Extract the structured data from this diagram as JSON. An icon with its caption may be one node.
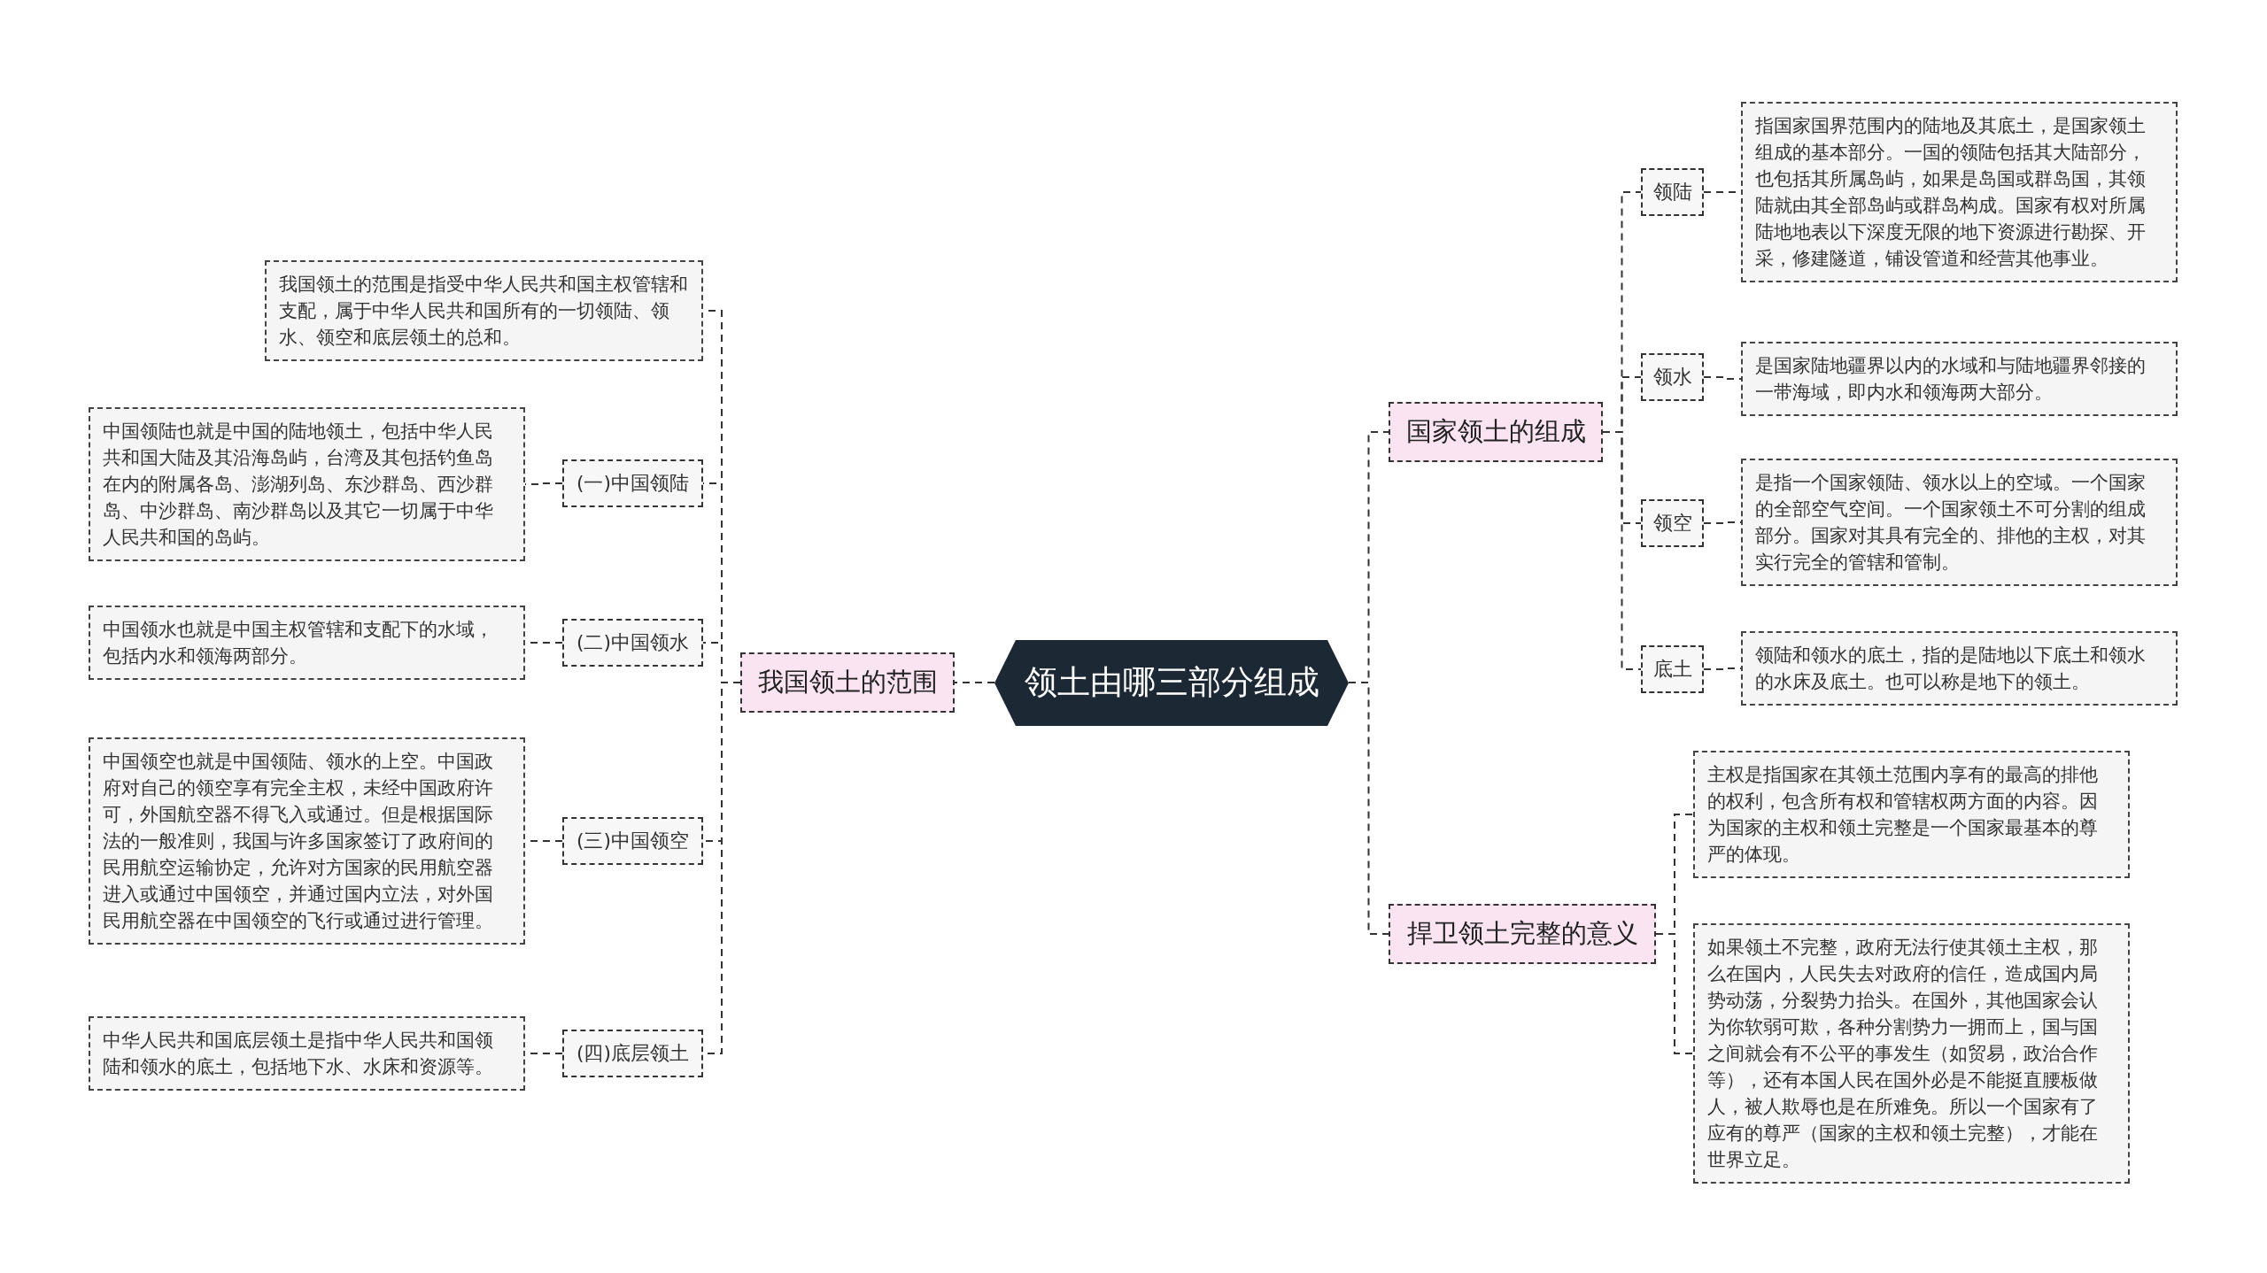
{
  "diagram": {
    "nodes": [
      {
        "text": [
          "领土由哪三部分组成"
        ]
      },
      {
        "text": [
          "我国领土的范围"
        ]
      },
      {
        "text": [
          "我国领土的范围是指受中华人民共和国主权管辖和支配，属于中华人民共和国所有的一切领陆、领水、领空和底层领土的总和。"
        ]
      },
      {
        "text": [
          "(一)中国领陆"
        ]
      },
      {
        "text": [
          "中国领陆也就是中国的陆地领土，包括中华人民共和国大陆及其沿海岛屿，台湾及其包括钓鱼岛在内的附属各岛、澎湖列岛、东沙群岛、西沙群岛、中沙群岛、南沙群岛以及其它一切属于中华人民共和国的岛屿。"
        ]
      },
      {
        "text": [
          "(二)中国领水"
        ]
      },
      {
        "text": [
          "中国领水也就是中国主权管辖和支配下的水域，包括内水和领海两部分。"
        ]
      },
      {
        "text": [
          "(三)中国领空"
        ]
      },
      {
        "text": [
          "中国领空也就是中国领陆、领水的上空。中国政府对自己的领空享有完全主权，未经中国政府许可，外国航空器不得飞入或通过。但是根据国际法的一般准则，我国与许多国家签订了政府间的民用航空运输协定，允许对方国家的民用航空器进入或通过中国领空，并通过国内立法，对外国民用航空器在中国领空的飞行或通过进行管理。"
        ]
      },
      {
        "text": [
          "(四)底层领土"
        ]
      },
      {
        "text": [
          "中华人民共和国底层领土是指中华人民共和国领陆和领水的底土，包括地下水、水床和资源等。"
        ]
      },
      {
        "text": [
          "国家领土的组成"
        ]
      },
      {
        "text": [
          "领陆"
        ]
      },
      {
        "text": [
          "指国家国界范围内的陆地及其底土，是国家领土组成的基本部分。一国的领陆包括其大陆部分，也包括其所属岛屿，如果是岛国或群岛国，其领陆就由其全部岛屿或群岛构成。国家有权对所属陆地地表以下深度无限的地下资源进行勘探、开采，修建隧道，铺设管道和经营其他事业。"
        ]
      },
      {
        "text": [
          "领水"
        ]
      },
      {
        "text": [
          "是国家陆地疆界以内的水域和与陆地疆界邻接的一带海域，即内水和领海两大部分。"
        ]
      },
      {
        "text": [
          "领空"
        ]
      },
      {
        "text": [
          "是指一个国家领陆、领水以上的空域。一个国家的全部空气空间。一个国家领土不可分割的组成部分。国家对其具有完全的、排他的主权，对其实行完全的管辖和管制。"
        ]
      },
      {
        "text": [
          "底土"
        ]
      },
      {
        "text": [
          "领陆和领水的底土，指的是陆地以下底土和领水的水床及底土。也可以称是地下的领土。"
        ]
      },
      {
        "text": [
          "捍卫领土完整的意义"
        ]
      },
      {
        "text": [
          "主权是指国家在其领土范围内享有的最高的排他的权利，包含所有权和管辖权两方面的内容。因为国家的主权和领土完整是一个国家最基本的尊严的体现。"
        ]
      },
      {
        "text": [
          "如果领土不完整，政府无法行使其领土主权，那么在国内，人民失去对政府的信任，造成国内局势动荡，分裂势力抬头。在国外，其他国家会认为你软弱可欺，各种分割势力一拥而上，国与国之间就会有不公平的事发生（如贸易，政治合作等），还有本国人民在国外必是不能挺直腰板做人，被人欺辱也是在所难免。所以一个国家有了应有的尊严（国家的主权和领土完整），才能在世界立足。"
        ]
      }
    ],
    "edges": [
      {
        "from": 0,
        "to": 1,
        "arrow": "none"
      },
      {
        "from": 1,
        "to": 2,
        "arrow": "none"
      },
      {
        "from": 1,
        "to": 3,
        "arrow": "none"
      },
      {
        "from": 3,
        "to": 4,
        "arrow": "none"
      },
      {
        "from": 1,
        "to": 5,
        "arrow": "none"
      },
      {
        "from": 5,
        "to": 6,
        "arrow": "none"
      },
      {
        "from": 1,
        "to": 7,
        "arrow": "none"
      },
      {
        "from": 7,
        "to": 8,
        "arrow": "none"
      },
      {
        "from": 1,
        "to": 9,
        "arrow": "none"
      },
      {
        "from": 9,
        "to": 10,
        "arrow": "none"
      },
      {
        "from": 0,
        "to": 11,
        "arrow": "none"
      },
      {
        "from": 11,
        "to": 12,
        "arrow": "none"
      },
      {
        "from": 12,
        "to": 13,
        "arrow": "none"
      },
      {
        "from": 11,
        "to": 14,
        "arrow": "none"
      },
      {
        "from": 14,
        "to": 15,
        "arrow": "none"
      },
      {
        "from": 11,
        "to": 16,
        "arrow": "none"
      },
      {
        "from": 16,
        "to": 17,
        "arrow": "none"
      },
      {
        "from": 11,
        "to": 18,
        "arrow": "none"
      },
      {
        "from": 18,
        "to": 19,
        "arrow": "none"
      },
      {
        "from": 0,
        "to": 20,
        "arrow": "none"
      },
      {
        "from": 20,
        "to": 21,
        "arrow": "none"
      },
      {
        "from": 20,
        "to": 22,
        "arrow": "none"
      }
    ]
  }
}
